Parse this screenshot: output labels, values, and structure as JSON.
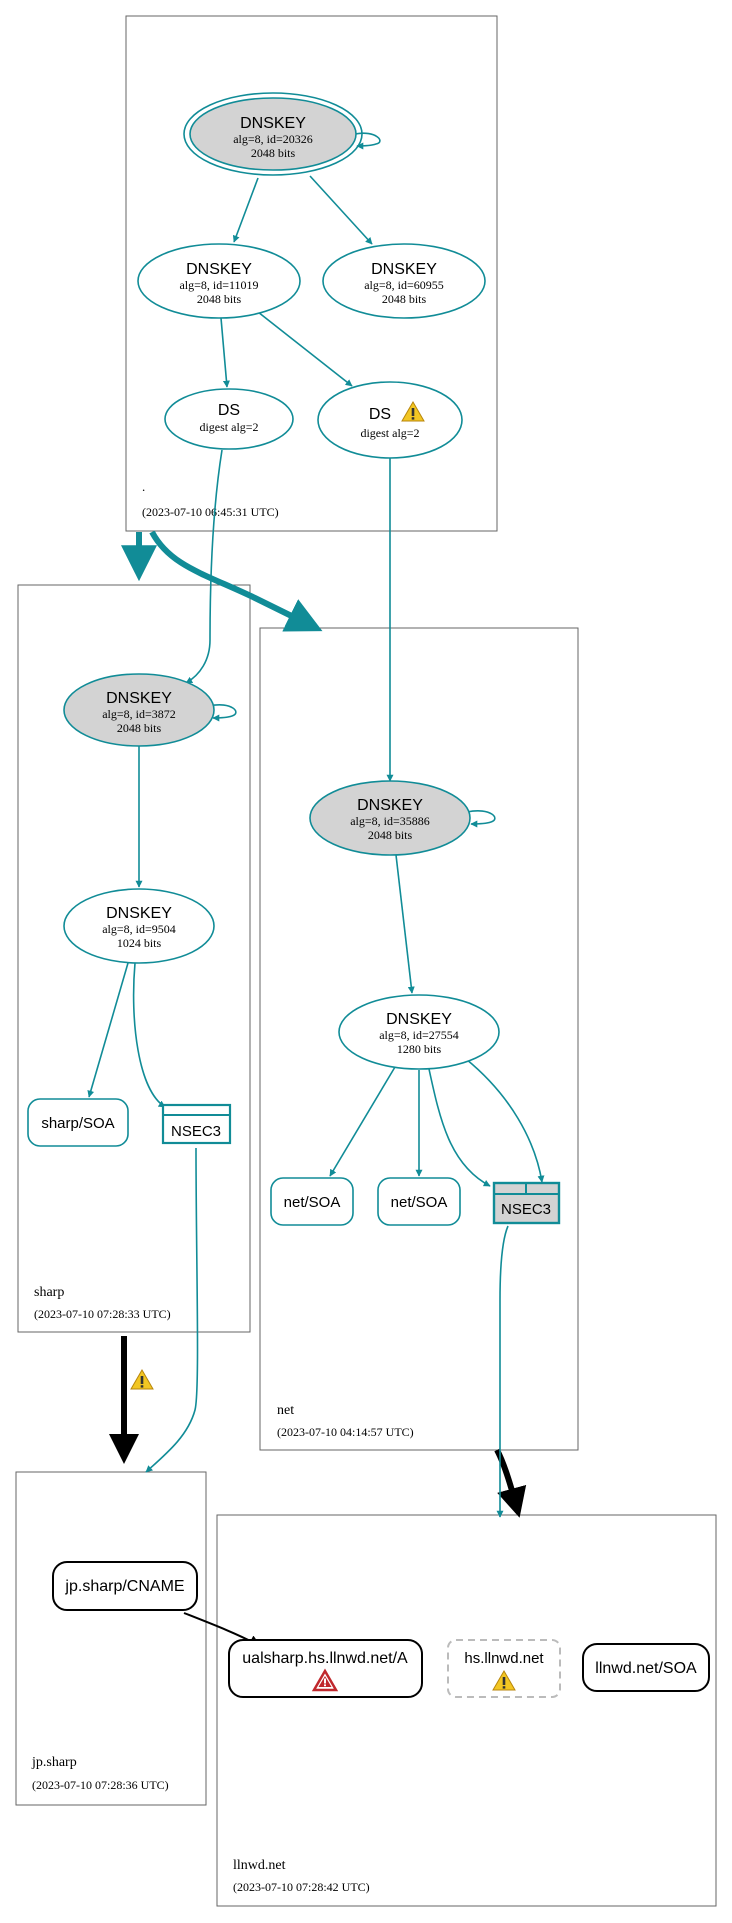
{
  "colors": {
    "teal": "#118c97",
    "black": "#000000",
    "zone_border": "#666666",
    "key_fill": "#d3d3d3",
    "warn_yellow": "#f2c623",
    "error_red": "#c0282d",
    "dashed_gray": "#bbbbbb"
  },
  "zones": {
    "root": {
      "name": ".",
      "time": "(2023-07-10 06:45:31 UTC)"
    },
    "sharp": {
      "name": "sharp",
      "time": "(2023-07-10 07:28:33 UTC)"
    },
    "net": {
      "name": "net",
      "time": "(2023-07-10 04:14:57 UTC)"
    },
    "jp_sharp": {
      "name": "jp.sharp",
      "time": "(2023-07-10 07:28:36 UTC)"
    },
    "llnwd": {
      "name": "llnwd.net",
      "time": "(2023-07-10 07:28:42 UTC)"
    }
  },
  "nodes": {
    "root_ksk": {
      "title": "DNSKEY",
      "line1": "alg=8, id=20326",
      "line2": "2048 bits"
    },
    "root_zsk1": {
      "title": "DNSKEY",
      "line1": "alg=8, id=11019",
      "line2": "2048 bits"
    },
    "root_zsk2": {
      "title": "DNSKEY",
      "line1": "alg=8, id=60955",
      "line2": "2048 bits"
    },
    "ds_sharp": {
      "title": "DS",
      "line1": "digest alg=2"
    },
    "ds_net": {
      "title": "DS",
      "line1": "digest alg=2",
      "icon": "warning-icon"
    },
    "sharp_ksk": {
      "title": "DNSKEY",
      "line1": "alg=8, id=3872",
      "line2": "2048 bits"
    },
    "sharp_zsk": {
      "title": "DNSKEY",
      "line1": "alg=8, id=9504",
      "line2": "1024 bits"
    },
    "sharp_soa": {
      "label": "sharp/SOA"
    },
    "sharp_nsec3": {
      "label": "NSEC3"
    },
    "net_ksk": {
      "title": "DNSKEY",
      "line1": "alg=8, id=35886",
      "line2": "2048 bits"
    },
    "net_zsk": {
      "title": "DNSKEY",
      "line1": "alg=8, id=27554",
      "line2": "1280 bits"
    },
    "net_soa1": {
      "label": "net/SOA"
    },
    "net_soa2": {
      "label": "net/SOA"
    },
    "net_nsec3": {
      "label": "NSEC3"
    },
    "jp_cname": {
      "label": "jp.sharp/CNAME"
    },
    "ual_a": {
      "label": "ualsharp.hs.llnwd.net/A",
      "icon": "error-icon"
    },
    "hs_llnwd": {
      "label": "hs.llnwd.net",
      "icon": "warning-icon"
    },
    "llnwd_soa": {
      "label": "llnwd.net/SOA"
    }
  },
  "delegation_warning_icon": "warning-icon"
}
